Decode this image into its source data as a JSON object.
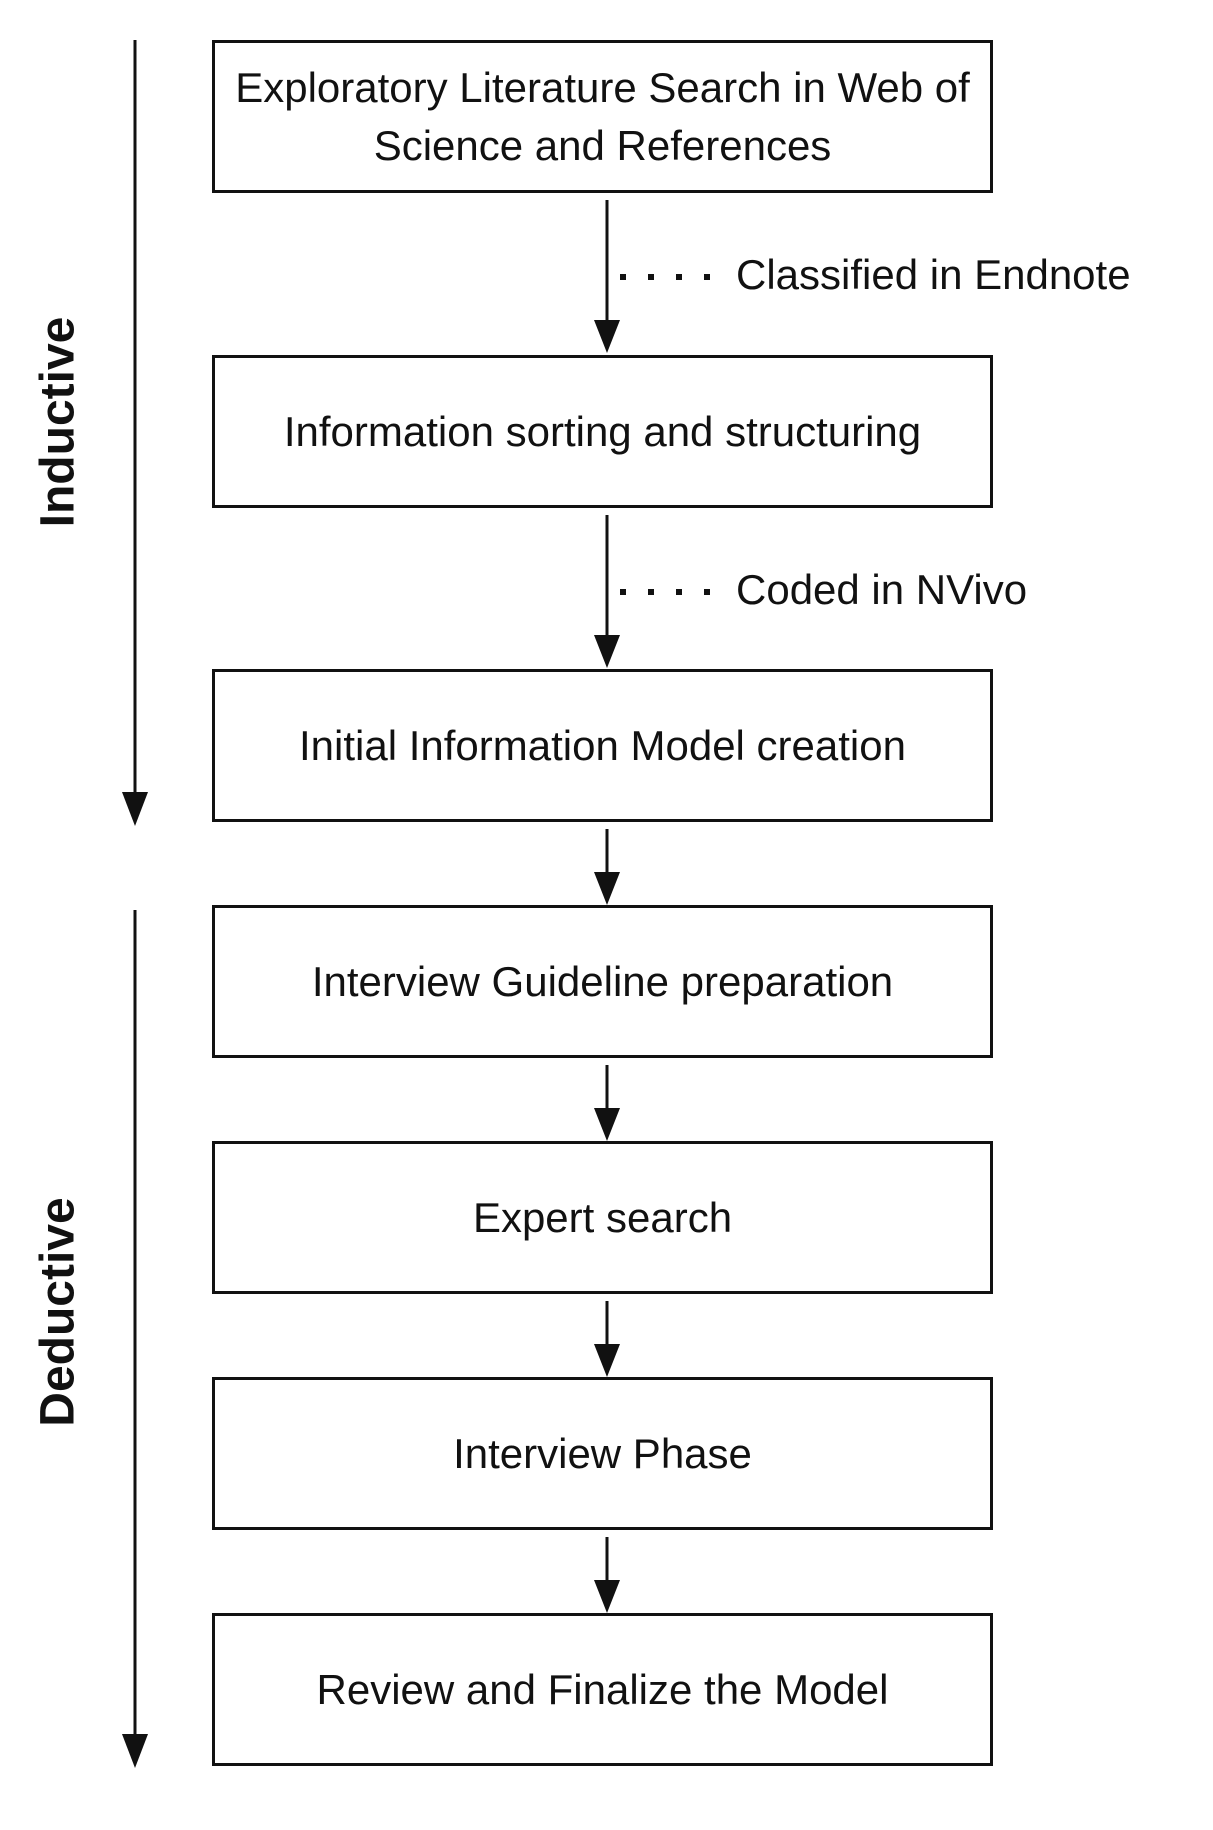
{
  "phases": {
    "inductive": "Inductive",
    "deductive": "Deductive"
  },
  "steps": [
    {
      "label": "Exploratory Literature Search in Web of Science and References"
    },
    {
      "label": "Information sorting and structuring"
    },
    {
      "label": "Initial Information Model creation"
    },
    {
      "label": "Interview Guideline preparation"
    },
    {
      "label": "Expert search"
    },
    {
      "label": "Interview Phase"
    },
    {
      "label": "Review and Finalize the Model"
    }
  ],
  "notes": [
    {
      "label": "Classified in Endnote"
    },
    {
      "label": "Coded in NVivo"
    }
  ],
  "colors": {
    "stroke": "#111111",
    "background": "#ffffff"
  }
}
